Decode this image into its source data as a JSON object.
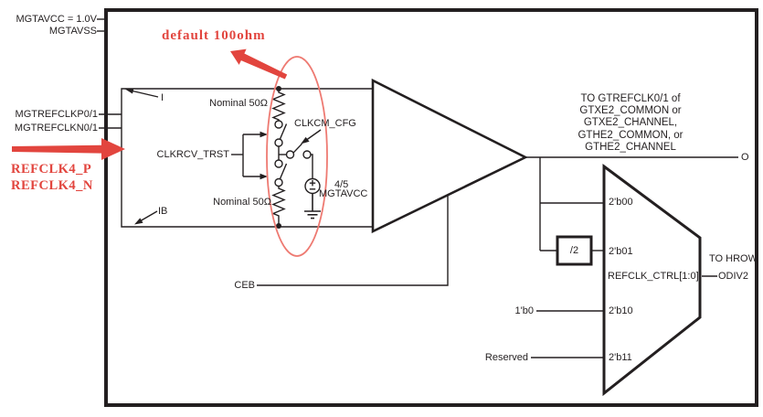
{
  "colors": {
    "ink": "#231f20",
    "annotation_red": "#e2453e",
    "ellipse_red": "#ee7a72",
    "background": "#ffffff"
  },
  "power": {
    "mgtavcc": "MGTAVCC = 1.0V",
    "mgtavss": "MGTAVSS"
  },
  "inputs": {
    "refclk_p": "MGTREFCLKP0/1",
    "refclk_n": "MGTREFCLKN0/1"
  },
  "red_annotations": {
    "default_ohm": "default 100ohm",
    "refclk4_p": "REFCLK4_P",
    "refclk4_n": "REFCLK4_N"
  },
  "ibuf": {
    "pin_i": "I",
    "pin_ib": "IB",
    "nominal_top": "Nominal 50Ω",
    "nominal_bottom": "Nominal 50Ω",
    "clkrcv_trst": "CLKRCV_TRST",
    "clkcm_cfg": "CLKCM_CFG",
    "vsrc_ratio": "4/5",
    "vsrc_rail": "MGTAVCC",
    "ceb": "CEB"
  },
  "output": {
    "dest_lines": [
      "TO GTREFCLK0/1 of",
      "GTXE2_COMMON or",
      "GTXE2_CHANNEL,",
      "GTHE2_COMMON, or",
      "GTHE2_CHANNEL"
    ],
    "o_pin": "O"
  },
  "mux": {
    "in_00": "2'b00",
    "in_01": "2'b01",
    "in_10": "2'b10",
    "in_11": "2'b11",
    "ctrl": "REFCLK_CTRL[1:0]",
    "div2": "/2",
    "tie_low": "1'b0",
    "reserved": "Reserved",
    "out_line1": "TO HROW",
    "out_line2": "ODIV2"
  }
}
